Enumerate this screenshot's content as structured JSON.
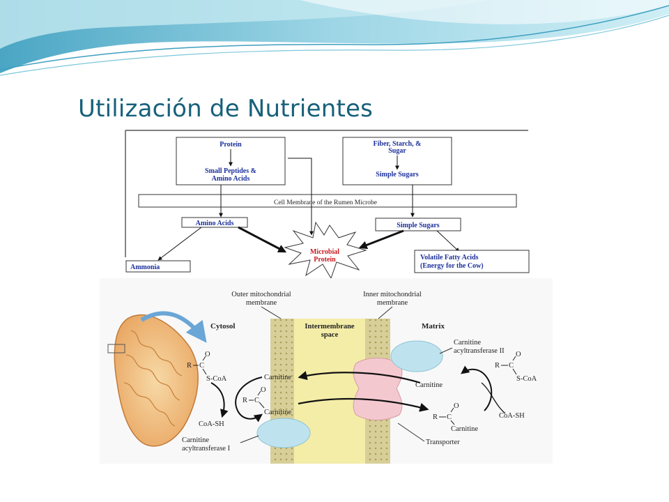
{
  "slide": {
    "title": "Utilización de Nutrientes"
  },
  "colors": {
    "title": "#17607a",
    "banner_light": "#bfe6ef",
    "banner_mid": "#5fb7d2",
    "diagram_label_blue": "#1b2f9a",
    "diagram_label_red": "#c8191e",
    "membrane": "#d8cf98",
    "intermembrane": "#f4eda8",
    "matrix": "#f8f8f8",
    "transporter": "#f3c9cf",
    "enzyme": "#bfe3ee",
    "mitochondrion": "#f2c98b"
  },
  "rumen_diagram": {
    "protein": "Protein",
    "small_peptides_1": "Small Peptides &",
    "small_peptides_2": "Amino Acids",
    "fiber_1": "Fiber, Starch, &",
    "fiber_2": "Sugar",
    "simple_sugars_top": "Simple Sugars",
    "cell_membrane": "Cell Membrane of the Rumen Microbe",
    "amino_acids": "Amino Acids",
    "simple_sugars_inner": "Simple Sugars",
    "microbial_1": "Microbial",
    "microbial_2": "Protein",
    "ammonia": "Ammonia",
    "vfa_1": "Volatile Fatty Acids",
    "vfa_2": "(Energy for the Cow)"
  },
  "mito_diagram": {
    "outer_membrane_1": "Outer mitochondrial",
    "outer_membrane_2": "membrane",
    "inner_membrane_1": "Inner mitochondrial",
    "inner_membrane_2": "membrane",
    "cytosol": "Cytosol",
    "intermembrane_1": "Intermembrane",
    "intermembrane_2": "space",
    "matrix": "Matrix",
    "cpt2_1": "Carnitine",
    "cpt2_2": "acyltransferase II",
    "left_r": "R",
    "left_c": "C",
    "left_o": "O",
    "left_scoa": "S-CoA",
    "carnitine_left_top": "Carnitine",
    "mid_r": "R",
    "mid_c": "C",
    "mid_o": "O",
    "carnitine_left_bottom": "Carnitine",
    "coa_sh_left": "CoA-SH",
    "cpt1_1": "Carnitine",
    "cpt1_2": "acyltransferase I",
    "carnitine_right_top": "Carnitine",
    "right_r": "R",
    "right_c": "C",
    "right_o": "O",
    "right_scoa": "S-CoA",
    "mr_r": "R",
    "mr_c": "C",
    "mr_o": "O",
    "carnitine_right_bottom": "Carnitine",
    "coa_sh_right": "CoA-SH",
    "transporter": "Transporter"
  }
}
